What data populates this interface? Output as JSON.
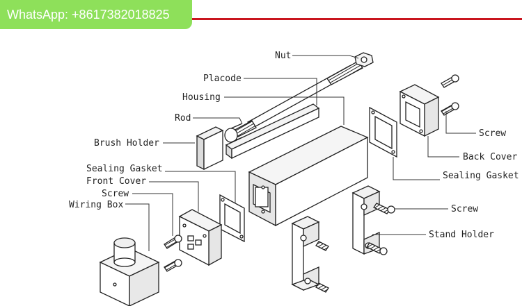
{
  "banner": {
    "text": "WhatsApp: +8617382018825",
    "bg_color": "#8ee05a",
    "rule_color": "#c9151e"
  },
  "labels": {
    "nut": "Nut",
    "placode": "Placode",
    "housing": "Housing",
    "rod": "Rod",
    "brush_holder": "Brush Holder",
    "sealing_gasket_left": "Sealing Gasket",
    "front_cover": "Front Cover",
    "screw_left": "Screw",
    "wiring_box": "Wiring Box",
    "screw_top_right": "Screw",
    "back_cover": "Back Cover",
    "sealing_gasket_right": "Sealing Gasket",
    "screw_right": "Screw",
    "stand_holder": "Stand Holder"
  }
}
